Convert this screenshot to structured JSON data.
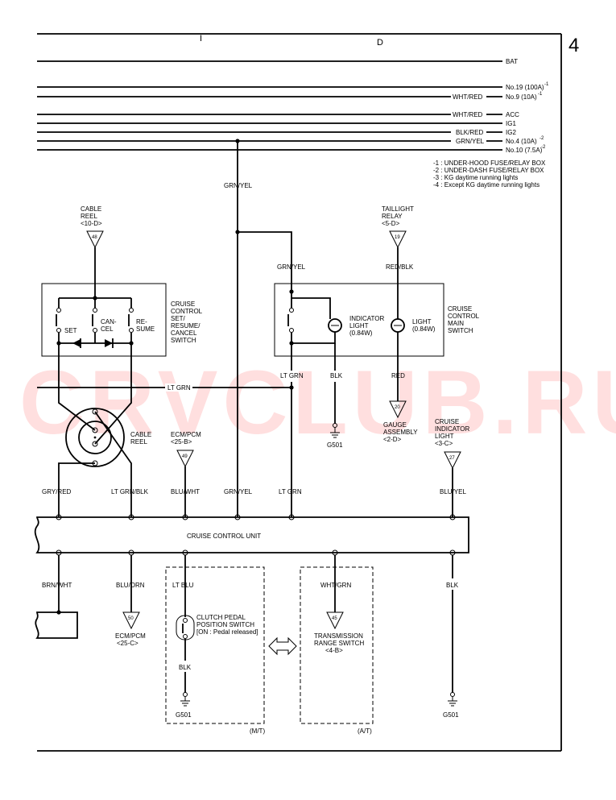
{
  "page": {
    "number": "4",
    "col_a": "I",
    "col_b": "D"
  },
  "watermark": "CRVCLUB.RU",
  "bus_labels": [
    {
      "wire": "",
      "label": "BAT"
    },
    {
      "wire": "",
      "label": "No.19 (100A)",
      "sup": "-1"
    },
    {
      "wire": "WHT/RED",
      "label": "No.9 (10A)",
      "sup": "-1"
    },
    {
      "wire": "WHT/RED",
      "label": "ACC"
    },
    {
      "wire": "",
      "label": "IG1"
    },
    {
      "wire": "BLK/RED",
      "label": "IG2"
    },
    {
      "wire": "GRN/YEL",
      "label": "No.4 (10A)",
      "sup": "-2"
    },
    {
      "wire": "",
      "label": "No.10 (7.5A)",
      "sup": "-2"
    }
  ],
  "notes": [
    "-1   : UNDER-HOOD FUSE/RELAY BOX",
    "-2   : UNDER-DASH FUSE/RELAY BOX",
    "-3   : KG daytime running lights",
    "-4   : Except KG daytime running lights"
  ],
  "connectors": {
    "cable_reel_top": {
      "lines": [
        "CABLE",
        "REEL",
        "<10-D>"
      ],
      "pin": "48"
    },
    "taillight_relay": {
      "lines": [
        "TAILLIGHT",
        "RELAY",
        "<5-D>"
      ],
      "pin": "19"
    },
    "ecm_pcm_top": {
      "lines": [
        "ECM/PCM",
        "<25-B>"
      ],
      "pin": "49"
    },
    "gauge_assembly": {
      "lines": [
        "GAUGE",
        "ASSEMBLY",
        "<2-D>"
      ],
      "pin": "20"
    },
    "cruise_indicator": {
      "lines": [
        "CRUISE",
        "INDICATOR",
        "LIGHT",
        "<3-C>"
      ],
      "pin": "27"
    },
    "ecm_pcm_bottom": {
      "lines": [
        "ECM/PCM",
        "<25-C>"
      ],
      "pin": "50"
    },
    "trans_range": {
      "lines": [
        "TRANSMISSION",
        "RANGE SWITCH",
        "<4-B>"
      ],
      "pin": "45"
    }
  },
  "components": {
    "set_switch": {
      "lines": [
        "CRUISE",
        "CONTROL",
        "SET/",
        "RESUME/",
        "CANCEL",
        "SWITCH"
      ],
      "set": "SET",
      "cancel": [
        "CAN-",
        "CEL"
      ],
      "resume": [
        "RE-",
        "SUME"
      ]
    },
    "main_switch": {
      "lines": [
        "CRUISE",
        "CONTROL",
        "MAIN",
        "SWITCH"
      ],
      "indicator": [
        "INDICATOR",
        "LIGHT",
        "(0.84W)"
      ],
      "light": [
        "LIGHT",
        "(0.84W)"
      ]
    },
    "cable_reel": {
      "lines": [
        "CABLE",
        "REEL"
      ]
    },
    "cruise_unit": {
      "label": "CRUISE CONTROL UNIT"
    },
    "clutch_switch": {
      "lines": [
        "CLUTCH PEDAL",
        "POSITION SWITCH",
        "[ON : Pedal released]"
      ]
    },
    "mt": "(M/T)",
    "at": "(A/T)"
  },
  "wires": {
    "grn_yel_v": "GRN/YEL",
    "grn_yel_sw": "GRN/YEL",
    "red_blk": "RED/BLK",
    "lt_grn_sw": "LT GRN",
    "blk_ind": "BLK",
    "red_light": "RED",
    "lt_grn_h": "LT GRN",
    "u_gry_red": "GRY/RED",
    "u_lt_grn_blk": "LT GRN/BLK",
    "u_blu_wht": "BLU/WHT",
    "u_grn_yel": "GRN/YEL",
    "u_lt_grn": "LT GRN",
    "u_blu_yel": "BLU/YEL",
    "b_brn_wht": "BRN/WHT",
    "b_blu_orn": "BLU/ORN",
    "b_lt_blu": "LT BLU",
    "b_wht_grn": "WHT/GRN",
    "b_blk_right": "BLK",
    "b_blk_clutch": "BLK"
  },
  "grounds": {
    "g1": "G501",
    "g2": "G501",
    "g3": "G501"
  }
}
